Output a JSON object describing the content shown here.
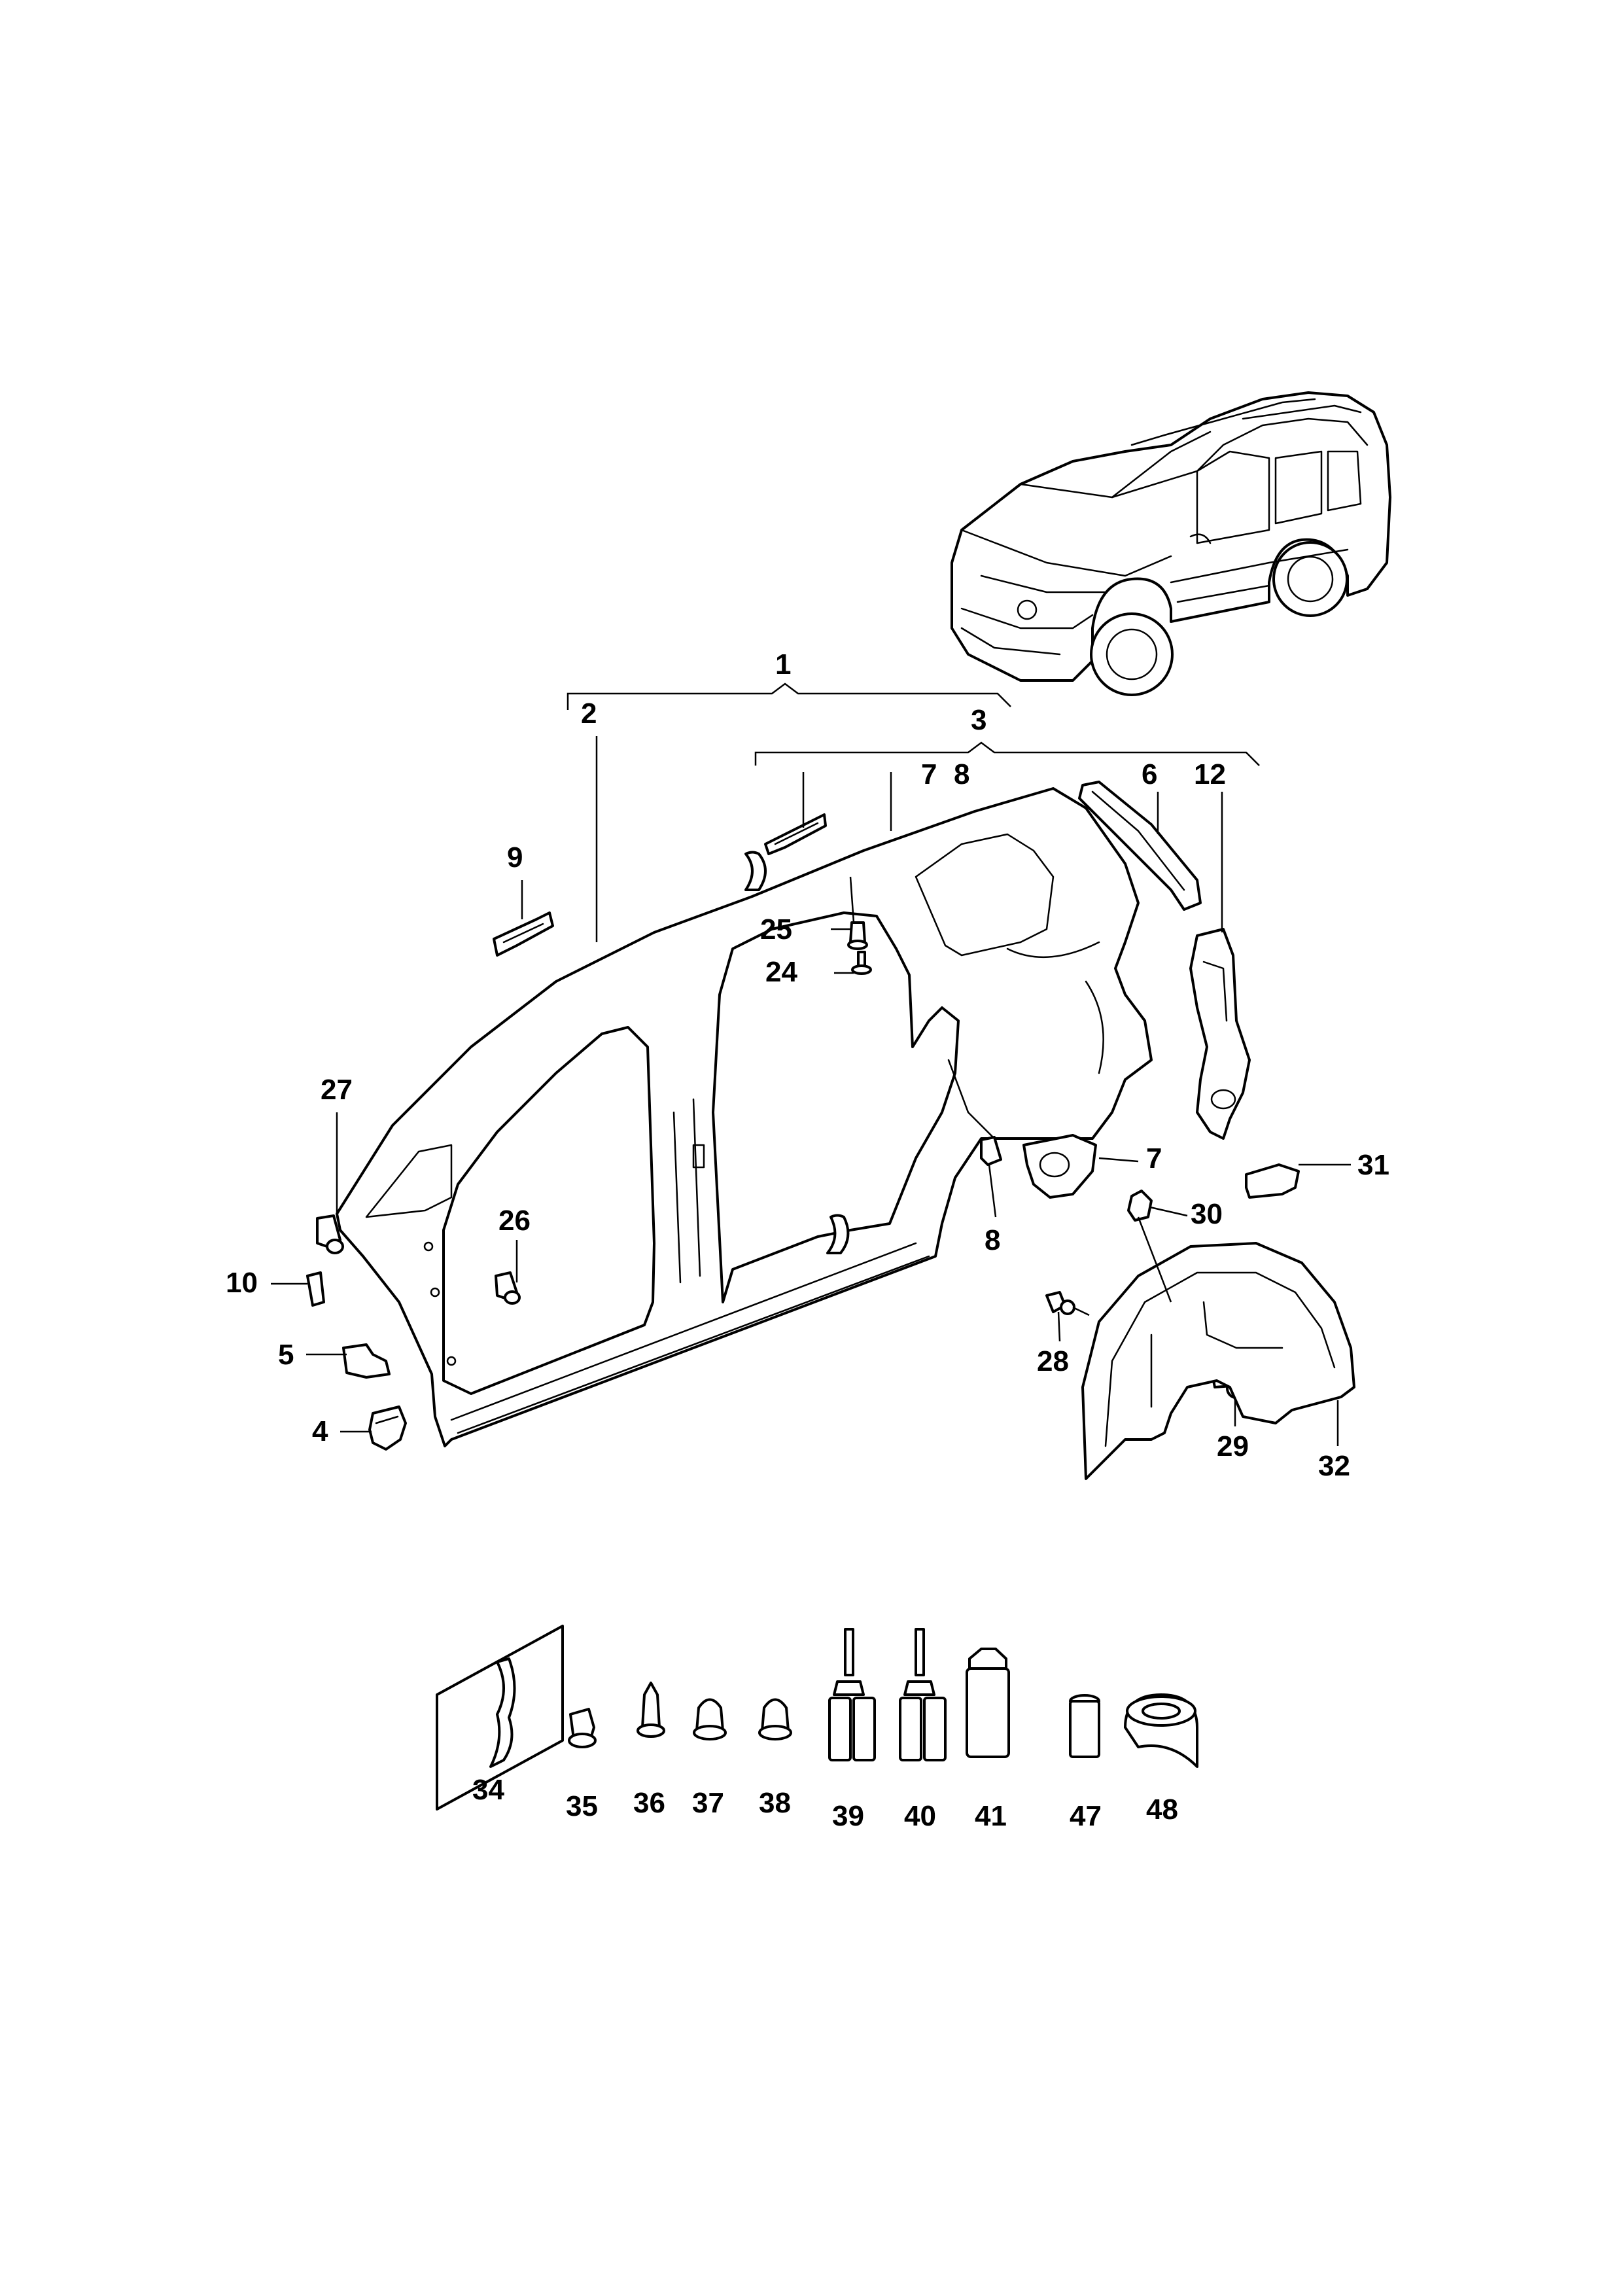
{
  "diagram": {
    "type": "exploded-parts-diagram",
    "callouts": {
      "c1": "1",
      "c2": "2",
      "c3": "3",
      "c4": "4",
      "c5": "5",
      "c6": "6",
      "c7a": "7",
      "c7b": "7",
      "c8a": "8",
      "c8b": "8",
      "c9": "9",
      "c10": "10",
      "c12": "12",
      "c24": "24",
      "c25": "25",
      "c26": "26",
      "c27": "27",
      "c28": "28",
      "c29": "29",
      "c30": "30",
      "c31": "31",
      "c32": "32",
      "c34": "34",
      "c35": "35",
      "c36": "36",
      "c37": "37",
      "c38": "38",
      "c39": "39",
      "c40": "40",
      "c41": "41",
      "c47": "47",
      "c48": "48"
    }
  }
}
